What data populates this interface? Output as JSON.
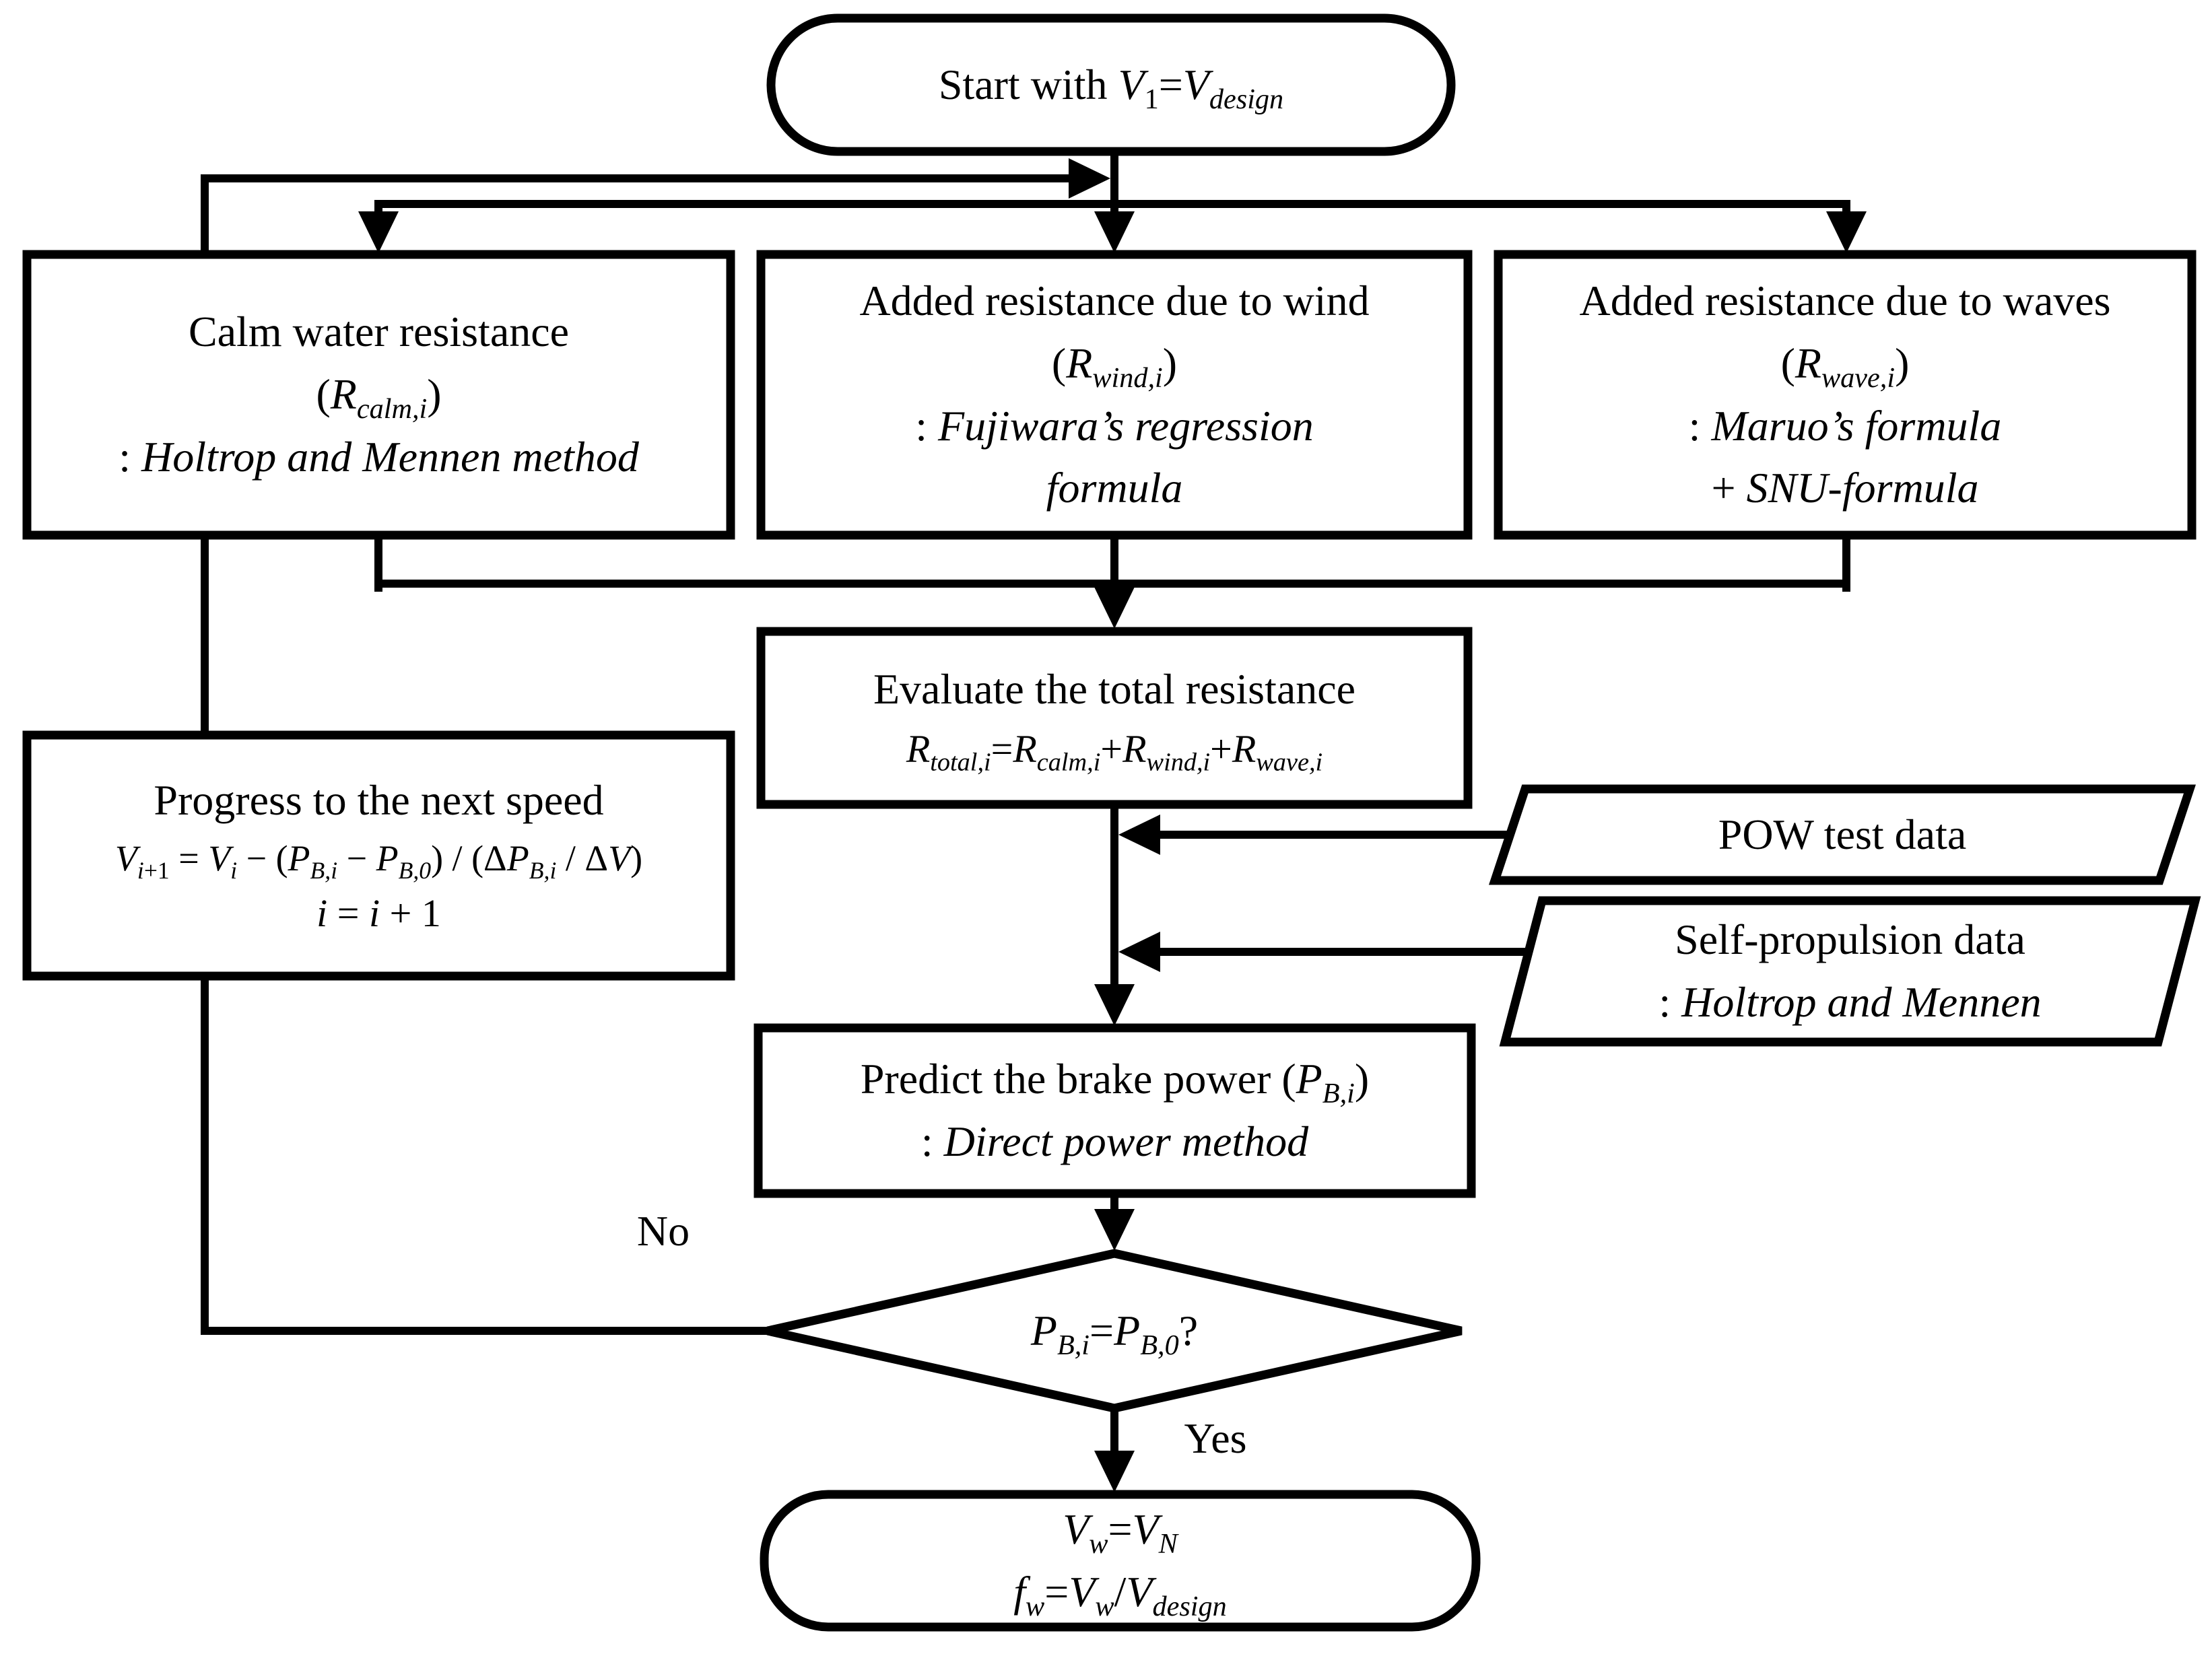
{
  "diagram": {
    "kind": "flowchart",
    "style": {
      "stroke_color": "#000000",
      "fill_color": "#ffffff",
      "text_color": "#000000"
    },
    "nodes": {
      "start": {
        "shape": "terminal",
        "lines": [
          "Start with *V*_{1}=*V*_{*design*}"
        ]
      },
      "calm_water": {
        "shape": "process",
        "lines": [
          "Calm water resistance",
          "(*R*_{*calm,i*})",
          ": *Holtrop and Mennen method*"
        ]
      },
      "wind": {
        "shape": "process",
        "lines": [
          "Added resistance due to wind",
          "(*R*_{*wind,i*})",
          ": *Fujiwara’s regression*",
          "*formula*"
        ]
      },
      "waves": {
        "shape": "process",
        "lines": [
          "Added resistance due to waves",
          "(*R*_{*wave,i*})",
          ": *Maruo’s formula*",
          "+ *SNU-formula*"
        ]
      },
      "evaluate": {
        "shape": "process",
        "lines": [
          "Evaluate the total resistance",
          "*R*_{*total,i*}=*R*_{*calm,i*}+*R*_{*wind,i*}+*R*_{*wave,i*}"
        ]
      },
      "progress": {
        "shape": "process",
        "lines": [
          "Progress to the next speed",
          "*V*_{*i*+1} = *V*_{*i*} − (*P*_{*B,i*} − *P*_{*B,0*}) / (Δ*P*_{*B,i*} / Δ*V*)",
          "*i* = *i* + 1"
        ]
      },
      "pow_data": {
        "shape": "data",
        "lines": [
          "POW test data"
        ]
      },
      "self_propulsion_data": {
        "shape": "data",
        "lines": [
          "Self-propulsion data",
          ": *Holtrop and Mennen*"
        ]
      },
      "predict": {
        "shape": "process",
        "lines": [
          "Predict the brake power (*P*_{*B,i*})",
          ": *Direct power method*"
        ]
      },
      "decision": {
        "shape": "decision",
        "lines": [
          "*P*_{*B,i*}=*P*_{*B,0*}?"
        ]
      },
      "end": {
        "shape": "terminal",
        "lines": [
          "*V*_{*w*}=*V*_{*N*}",
          "*f*_{*w*}=*V*_{*w*}/*V*_{*design*}"
        ]
      }
    },
    "edge_labels": {
      "no": "No",
      "yes": "Yes"
    }
  }
}
